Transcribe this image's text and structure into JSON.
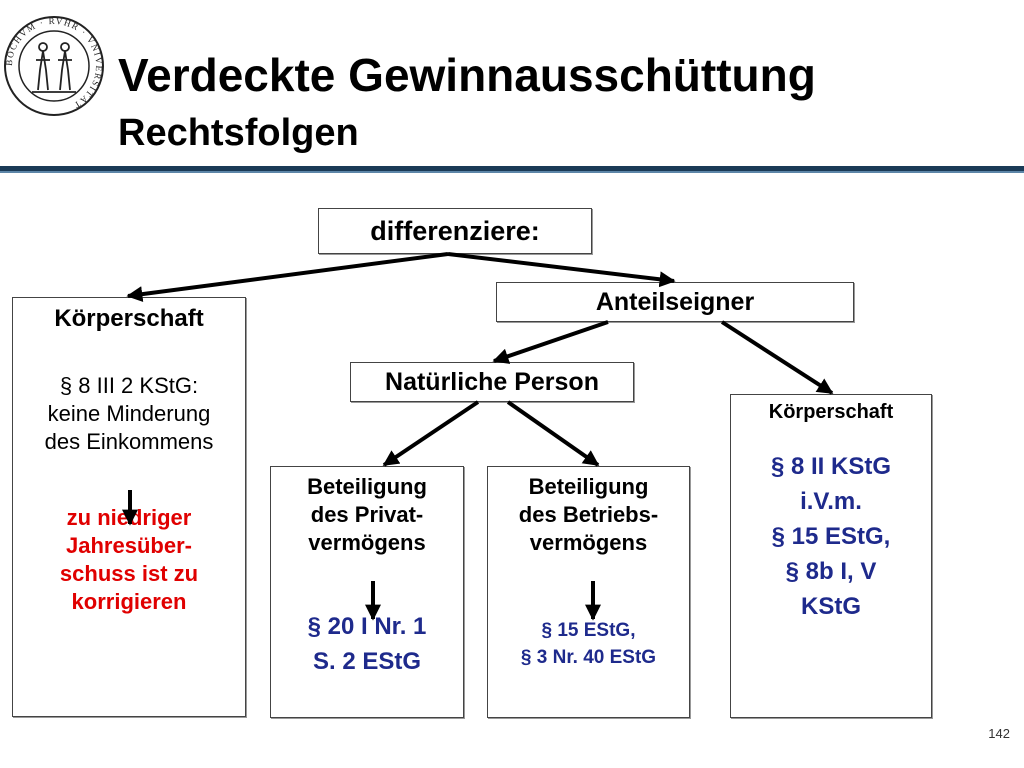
{
  "header": {
    "title": "Verdeckte Gewinnausschüttung",
    "subtitle": "Rechtsfolgen",
    "seal_text": "BOCHVM · RVHR · VNIVERSITÄT"
  },
  "diagram": {
    "root": "differenziere:",
    "koerperschaft_left": {
      "heading": "Körperschaft",
      "lines": [
        "§ 8 III 2 KStG:",
        "keine Minderung",
        "des Einkommens"
      ],
      "result": [
        "zu niedriger",
        "Jahresüber-",
        "schuss ist zu",
        "korrigieren"
      ]
    },
    "anteilseigner": "Anteilseigner",
    "natuerliche_person": "Natürliche Person",
    "privat": {
      "lines": [
        "Beteiligung",
        "des Privat-",
        "vermögens"
      ],
      "result": [
        "§ 20 I Nr. 1",
        "S. 2 EStG"
      ]
    },
    "betrieb": {
      "lines": [
        "Beteiligung",
        "des Betriebs-",
        "vermögens"
      ],
      "result": [
        "§ 15 EStG,",
        "§ 3 Nr. 40 EStG"
      ]
    },
    "koerperschaft_right": {
      "heading": "Körperschaft",
      "result": [
        "§ 8 II KStG",
        "i.V.m.",
        "§ 15 EStG,",
        "§ 8b I, V",
        "KStG"
      ]
    }
  },
  "footer": {
    "page_number": "142"
  },
  "colors": {
    "rule": "#1a3a56",
    "red_text": "#e00000",
    "blue_text": "#1e2a8c"
  }
}
